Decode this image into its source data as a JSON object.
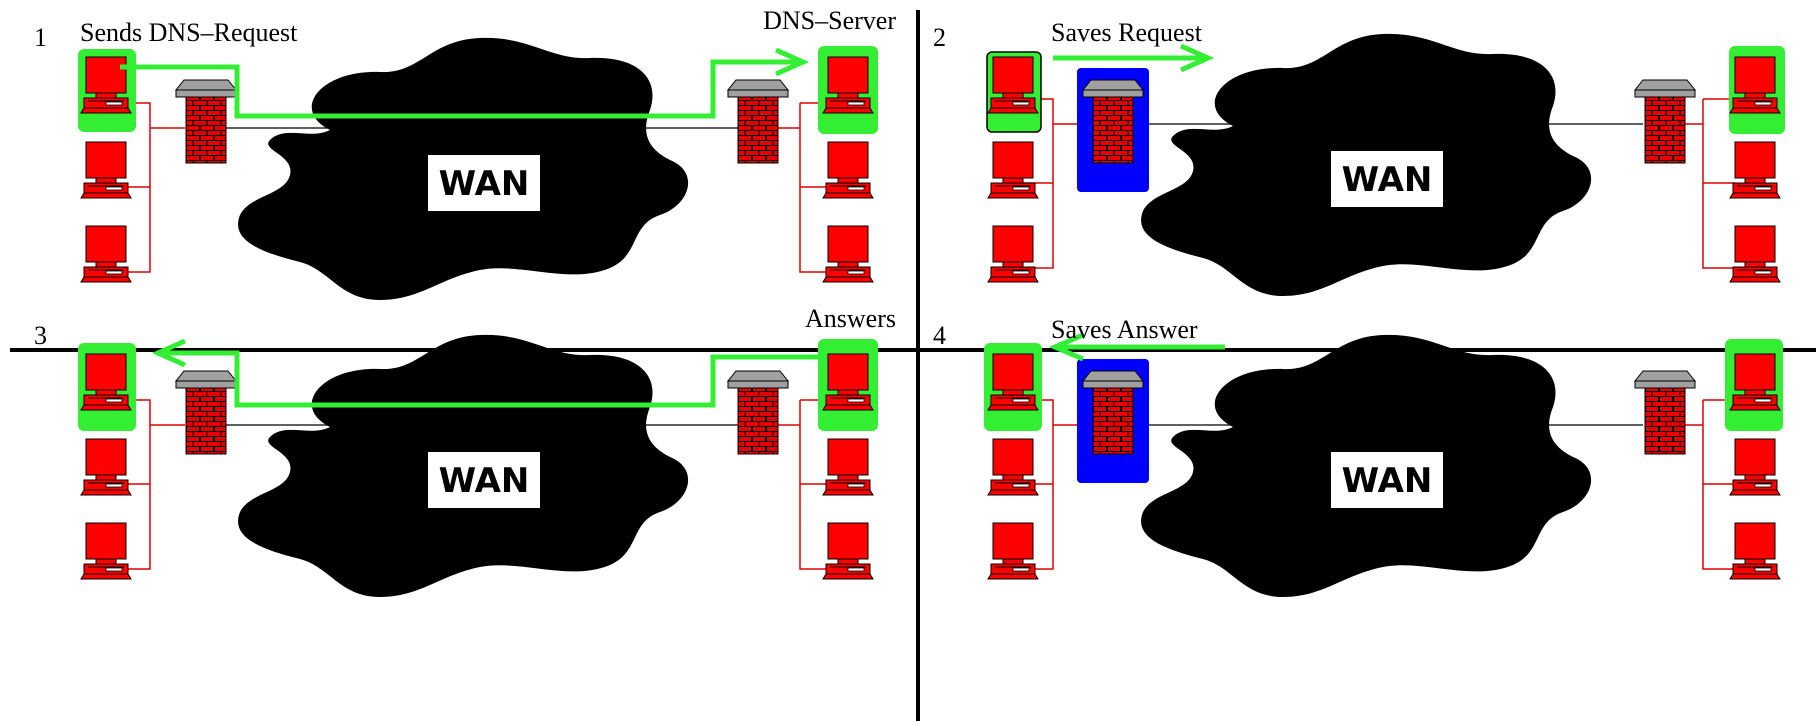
{
  "colors": {
    "computer": "#ff0000",
    "firewall_brick": "#e60000",
    "firewall_top": "#a0a0a0",
    "highlight_green": "#33ee33",
    "highlight_blue": "#0000ff",
    "cloud": "#000000",
    "divider": "#000000"
  },
  "cloud_label": "WAN",
  "panels": [
    {
      "number": "1",
      "caption_left": "Sends DNS–Request",
      "caption_right": "DNS–Server",
      "client_highlight": "green",
      "client_firewall_highlight": "none",
      "server_highlight": "green",
      "flow": "client-to-server"
    },
    {
      "number": "2",
      "caption_left": "Saves Request",
      "caption_right": "",
      "client_highlight": "outline",
      "client_firewall_highlight": "blue",
      "server_highlight": "green",
      "flow": "firewall-forward"
    },
    {
      "number": "3",
      "caption_left": "",
      "caption_right": "Answers",
      "client_highlight": "green",
      "client_firewall_highlight": "none",
      "server_highlight": "green",
      "flow": "server-to-client"
    },
    {
      "number": "4",
      "caption_left": "Saves Answer",
      "caption_right": "",
      "client_highlight": "green",
      "client_firewall_highlight": "blue",
      "server_highlight": "green",
      "flow": "firewall-back"
    }
  ]
}
